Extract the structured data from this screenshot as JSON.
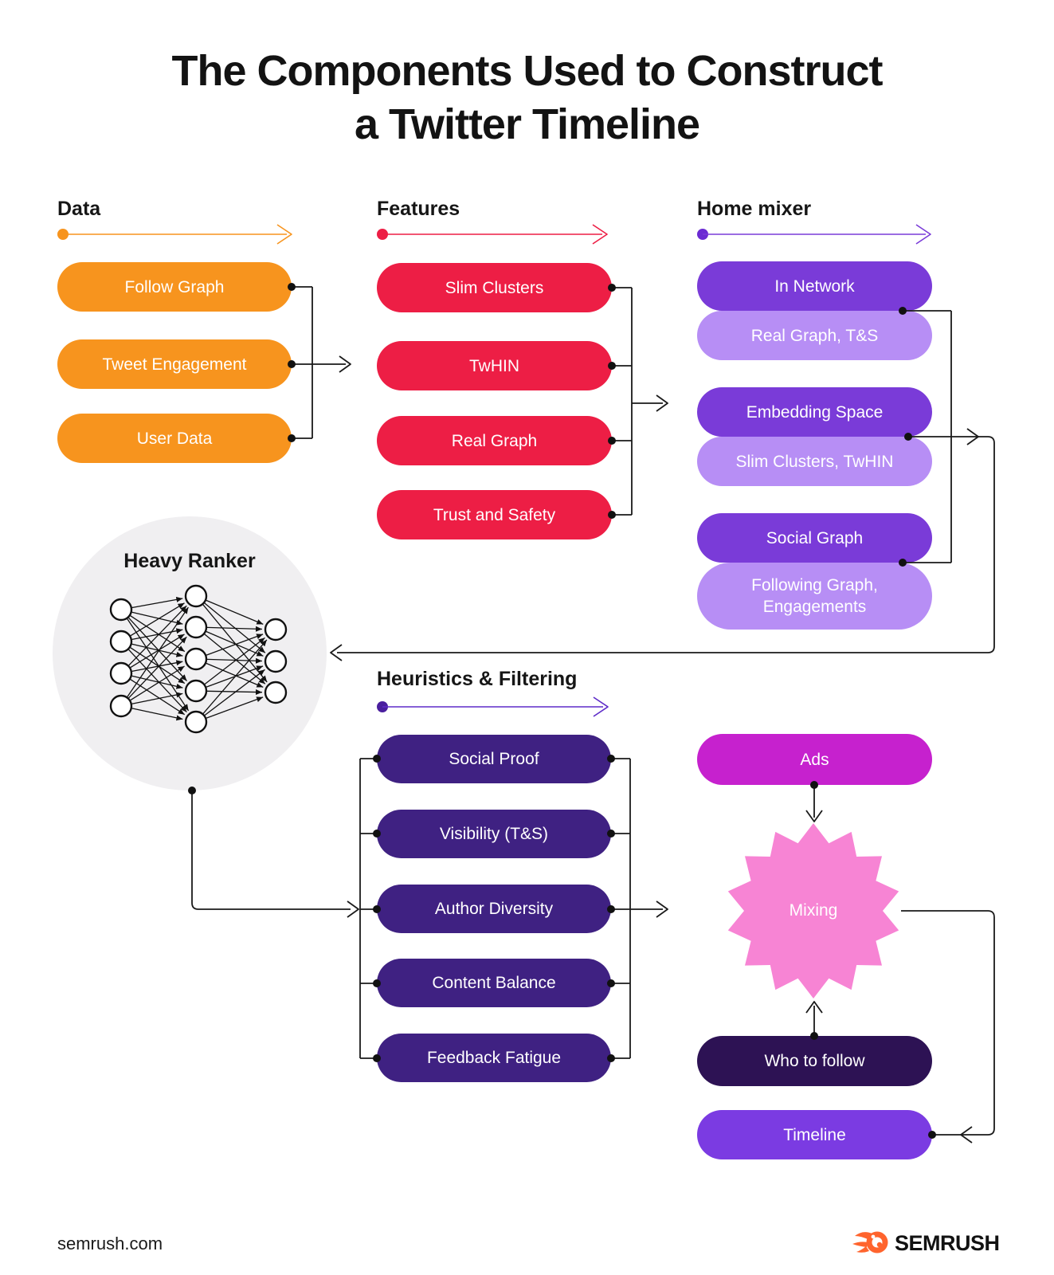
{
  "title": {
    "line1": "The Components Used to Construct",
    "line2": "a Twitter Timeline"
  },
  "sections": {
    "data": {
      "label": "Data",
      "accent": "#F7941E",
      "items": [
        "Follow Graph",
        "Tweet Engagement",
        "User Data"
      ]
    },
    "features": {
      "label": "Features",
      "accent": "#ED1E45",
      "items": [
        "Slim Clusters",
        "TwHIN",
        "Real Graph",
        "Trust and Safety"
      ]
    },
    "home_mixer": {
      "label": "Home mixer",
      "accent": "#7A3BD8",
      "light_accent": "#B78EF5",
      "pairs": [
        {
          "main": "In Network",
          "sub": "Real Graph, T&S"
        },
        {
          "main": "Embedding Space",
          "sub": "Slim Clusters, TwHIN"
        },
        {
          "main": "Social Graph",
          "sub": "Following Graph, Engagements"
        }
      ]
    },
    "heavy_ranker": {
      "label": "Heavy Ranker"
    },
    "heuristics": {
      "label": "Heuristics & Filtering",
      "accent": "#3F2182",
      "items": [
        "Social Proof",
        "Visibility (T&S)",
        "Author Diversity",
        "Content Balance",
        "Feedback Fatigue"
      ]
    },
    "output_flow": {
      "ads": "Ads",
      "mixing": "Mixing",
      "who_to_follow": "Who to follow",
      "timeline": "Timeline",
      "ads_color": "#C621CE",
      "mixing_color": "#F784D4",
      "who_to_follow_color": "#2D1254",
      "timeline_color": "#7B3BE2"
    }
  },
  "palette": {
    "connector": "#1A1A1A",
    "heavy_ranker_circle": "#F0EFF1"
  },
  "footer": {
    "site": "semrush.com",
    "brand": "SEMRUSH",
    "brand_color": "#FF642D"
  }
}
